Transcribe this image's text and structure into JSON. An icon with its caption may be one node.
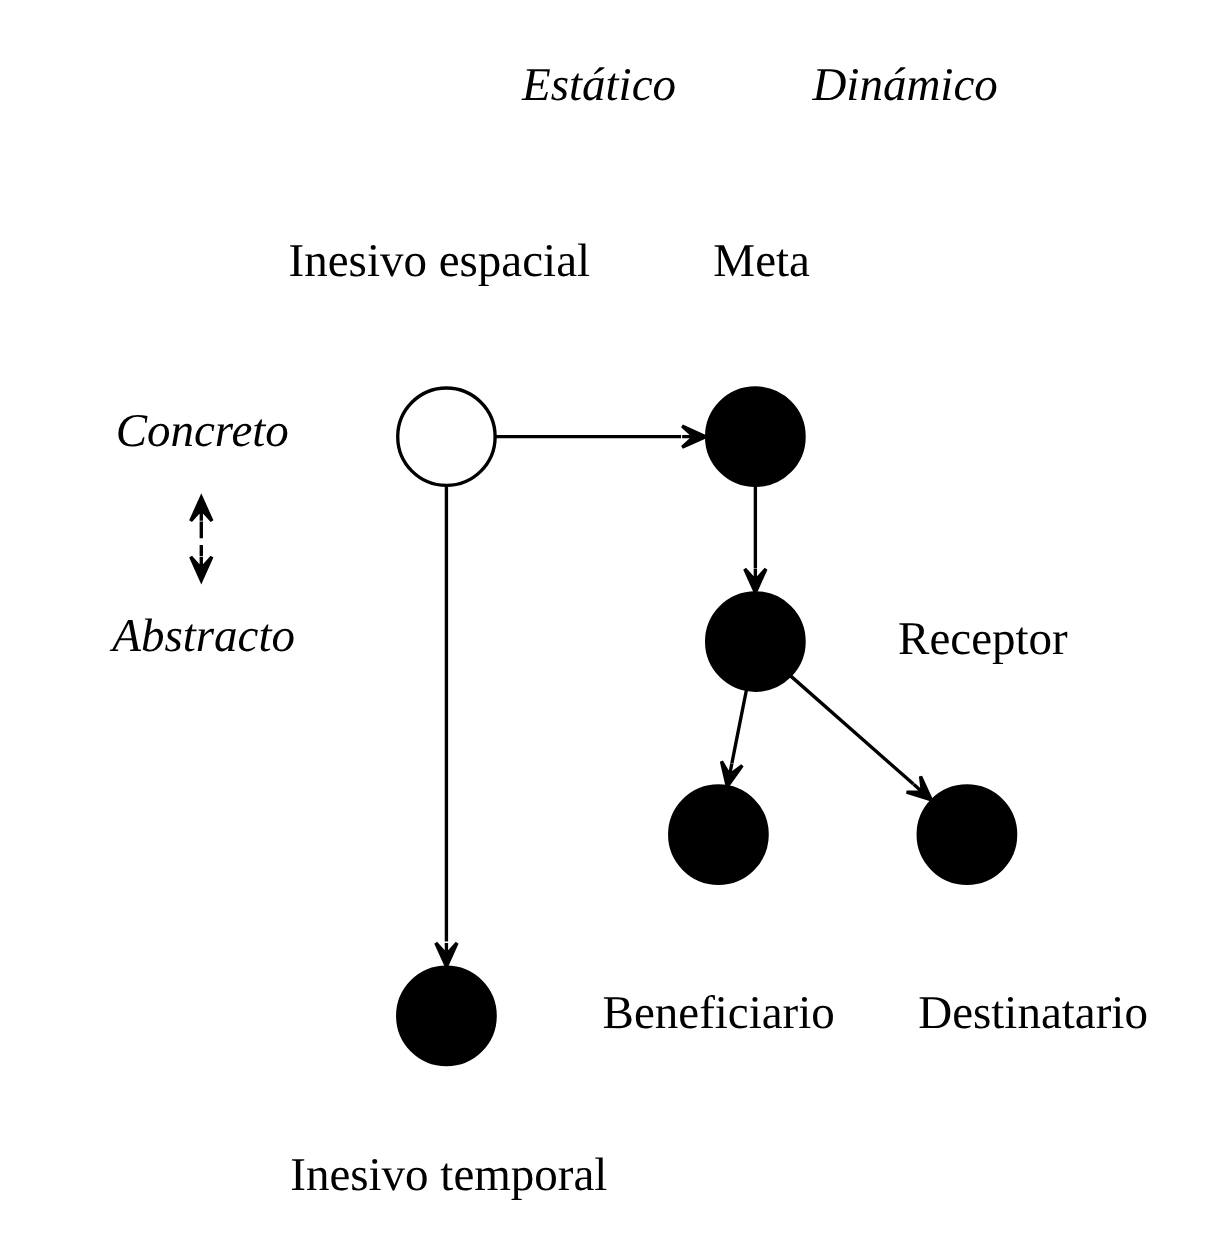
{
  "diagram": {
    "nodes": [
      {
        "text": [
          "Concreto"
        ]
      },
      {
        "text": [
          "Abstracto"
        ]
      },
      {
        "text": [],
        "shape": "circle",
        "beside": [
          "Inesivo espacial"
        ]
      },
      {
        "text": [],
        "shape": "circle",
        "beside": [
          "Inesivo temporal"
        ]
      },
      {
        "text": [],
        "shape": "circle",
        "beside": [
          "Meta"
        ]
      },
      {
        "text": [],
        "shape": "circle",
        "beside": [
          "Receptor"
        ]
      },
      {
        "text": [],
        "shape": "circle",
        "beside": [
          "Beneficiario"
        ]
      },
      {
        "text": [],
        "shape": "circle",
        "beside": [
          "Destinatario"
        ]
      }
    ],
    "edges": [
      {
        "from": 0,
        "to": 1,
        "arrow": "both",
        "style": "dashed"
      },
      {
        "from": 2,
        "to": 4,
        "arrow": "to"
      },
      {
        "from": 2,
        "to": 3,
        "arrow": "to"
      },
      {
        "from": 4,
        "to": 5,
        "arrow": "to"
      },
      {
        "from": 5,
        "to": 6,
        "arrow": "to"
      },
      {
        "from": 5,
        "to": 7,
        "arrow": "to"
      }
    ],
    "labels": [
      "Estático",
      "Dinámico"
    ]
  }
}
